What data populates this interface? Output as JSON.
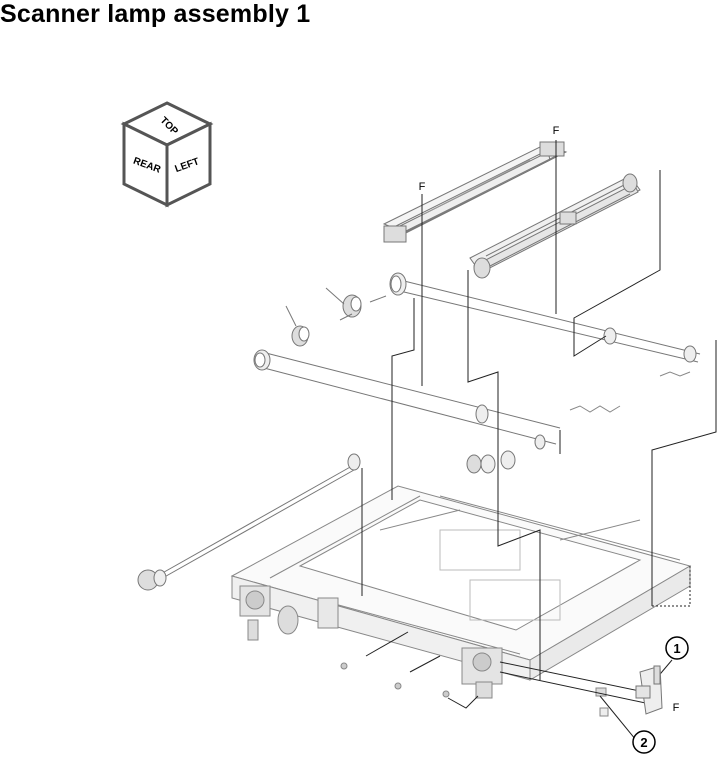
{
  "page": {
    "title": "Scanner lamp assembly 1"
  },
  "orientation_cube": {
    "top": "TOP",
    "rear": "REAR",
    "left": "LEFT"
  },
  "labels": {
    "f": "F"
  },
  "callouts": [
    "1",
    "2"
  ]
}
